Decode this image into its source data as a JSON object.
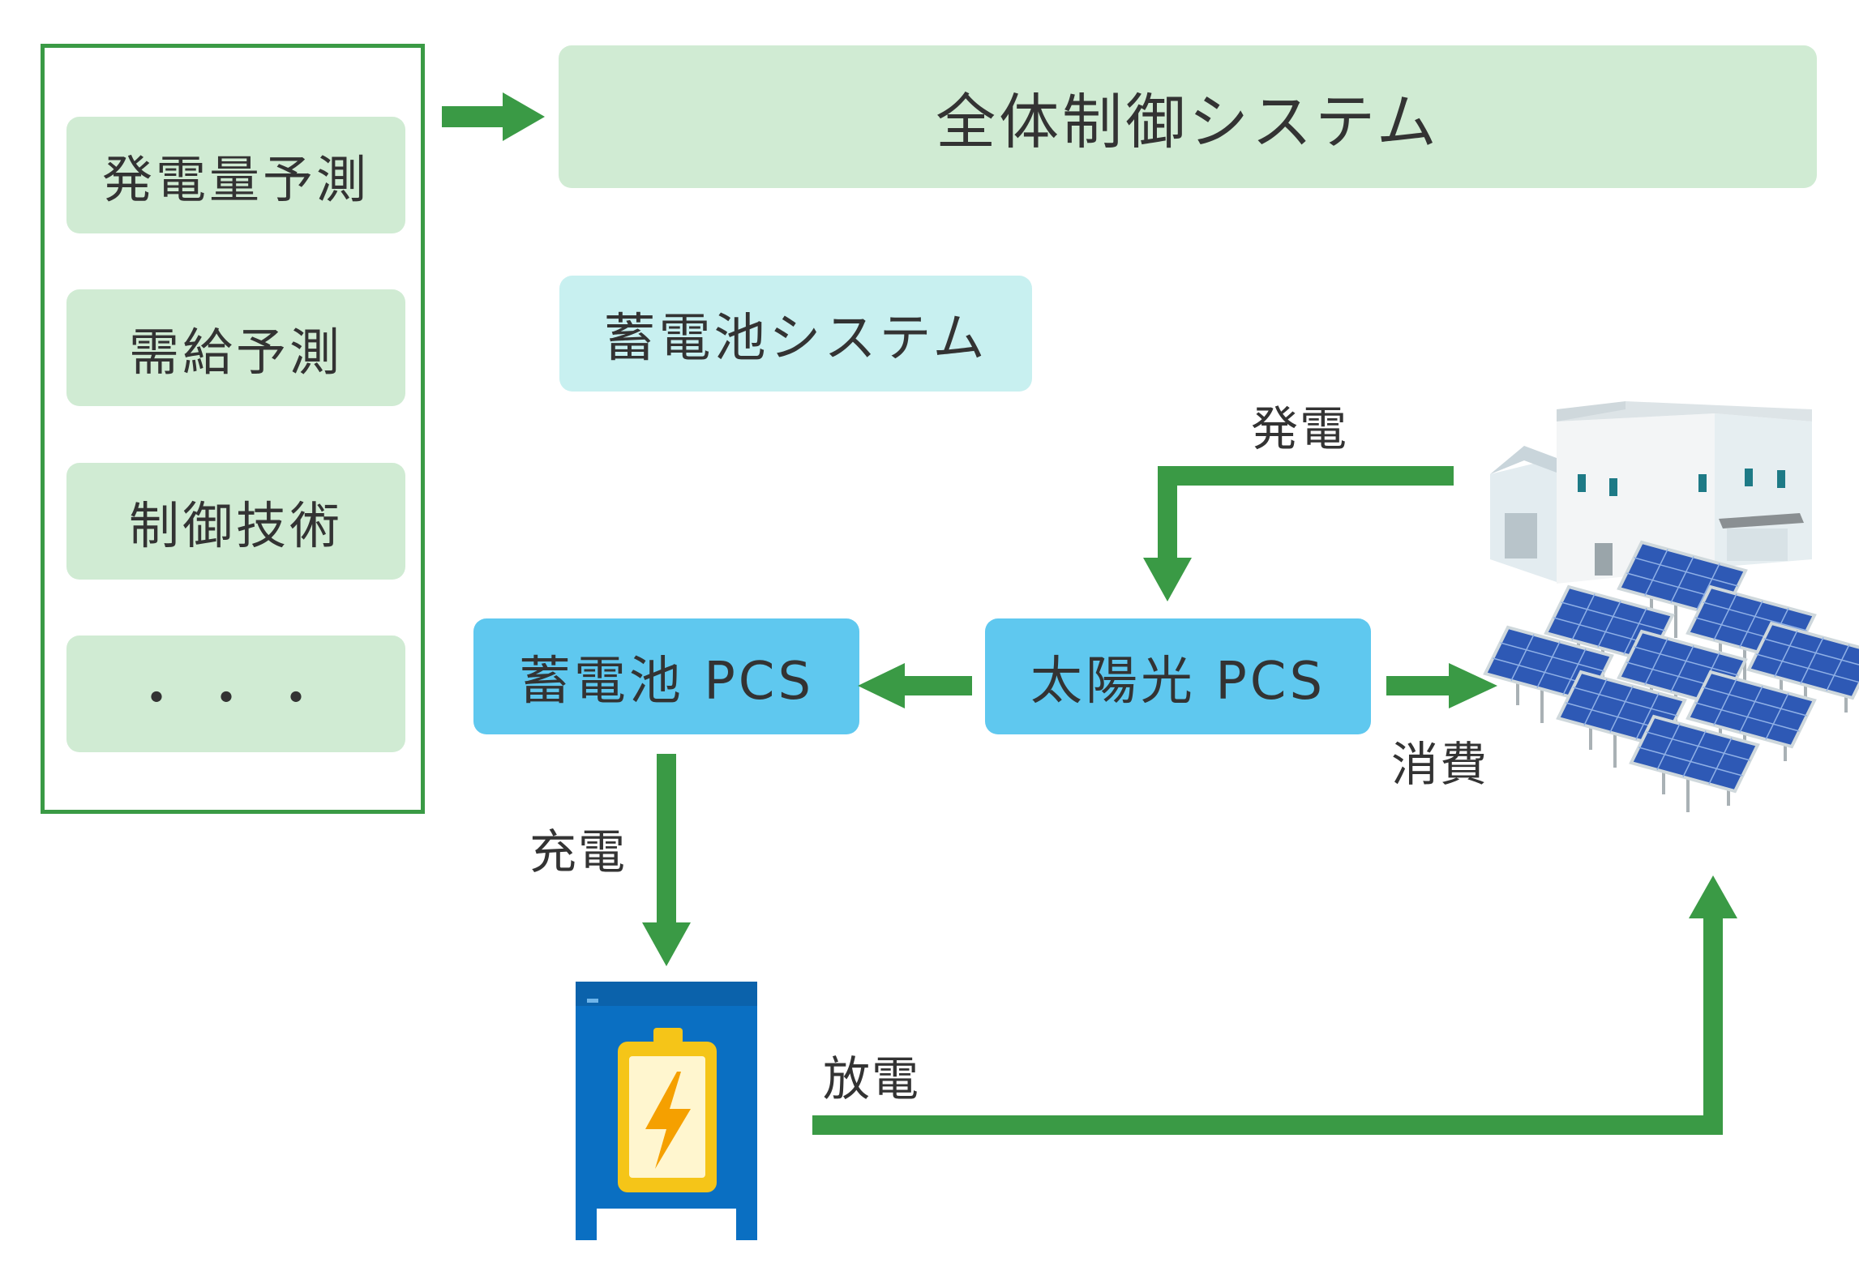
{
  "left_panel": {
    "items": [
      "発電量予測",
      "需給予測",
      "制御技術",
      "・・・"
    ]
  },
  "top_system": {
    "label": "全体制御システム"
  },
  "battery_system": {
    "label": "蓄電池システム"
  },
  "battery_pcs": {
    "label": "蓄電池 PCS"
  },
  "solar_pcs": {
    "label": "太陽光 PCS"
  },
  "flow_labels": {
    "generation": "発電",
    "consumption": "消費",
    "charge": "充電",
    "discharge": "放電"
  },
  "colors": {
    "arrow": "#3a9a45",
    "frame": "#3a9a45",
    "green_box": "#d0ebd3",
    "teal_box": "#c8f0f0",
    "blue_box": "#5fc8ef",
    "battery_body": "#0a6fc2",
    "battery_cell": "#f5c518",
    "bolt": "#f5a000",
    "panel": "#2e59b5"
  },
  "icons": [
    "factory-building-icon",
    "solar-panel-array-icon",
    "battery-storage-icon"
  ]
}
